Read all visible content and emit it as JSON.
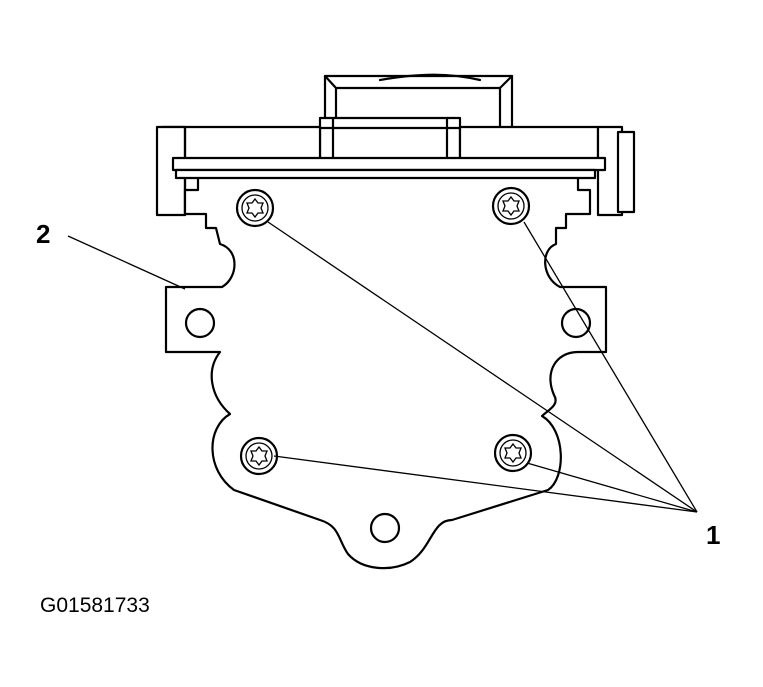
{
  "figure": {
    "id_label": "G01581733"
  },
  "callouts": {
    "one": "1",
    "two": "2"
  },
  "icons": [
    "torx-screw-icon",
    "mounting-hole-icon"
  ],
  "colors": {
    "ink": "#000000",
    "paper": "#ffffff"
  }
}
